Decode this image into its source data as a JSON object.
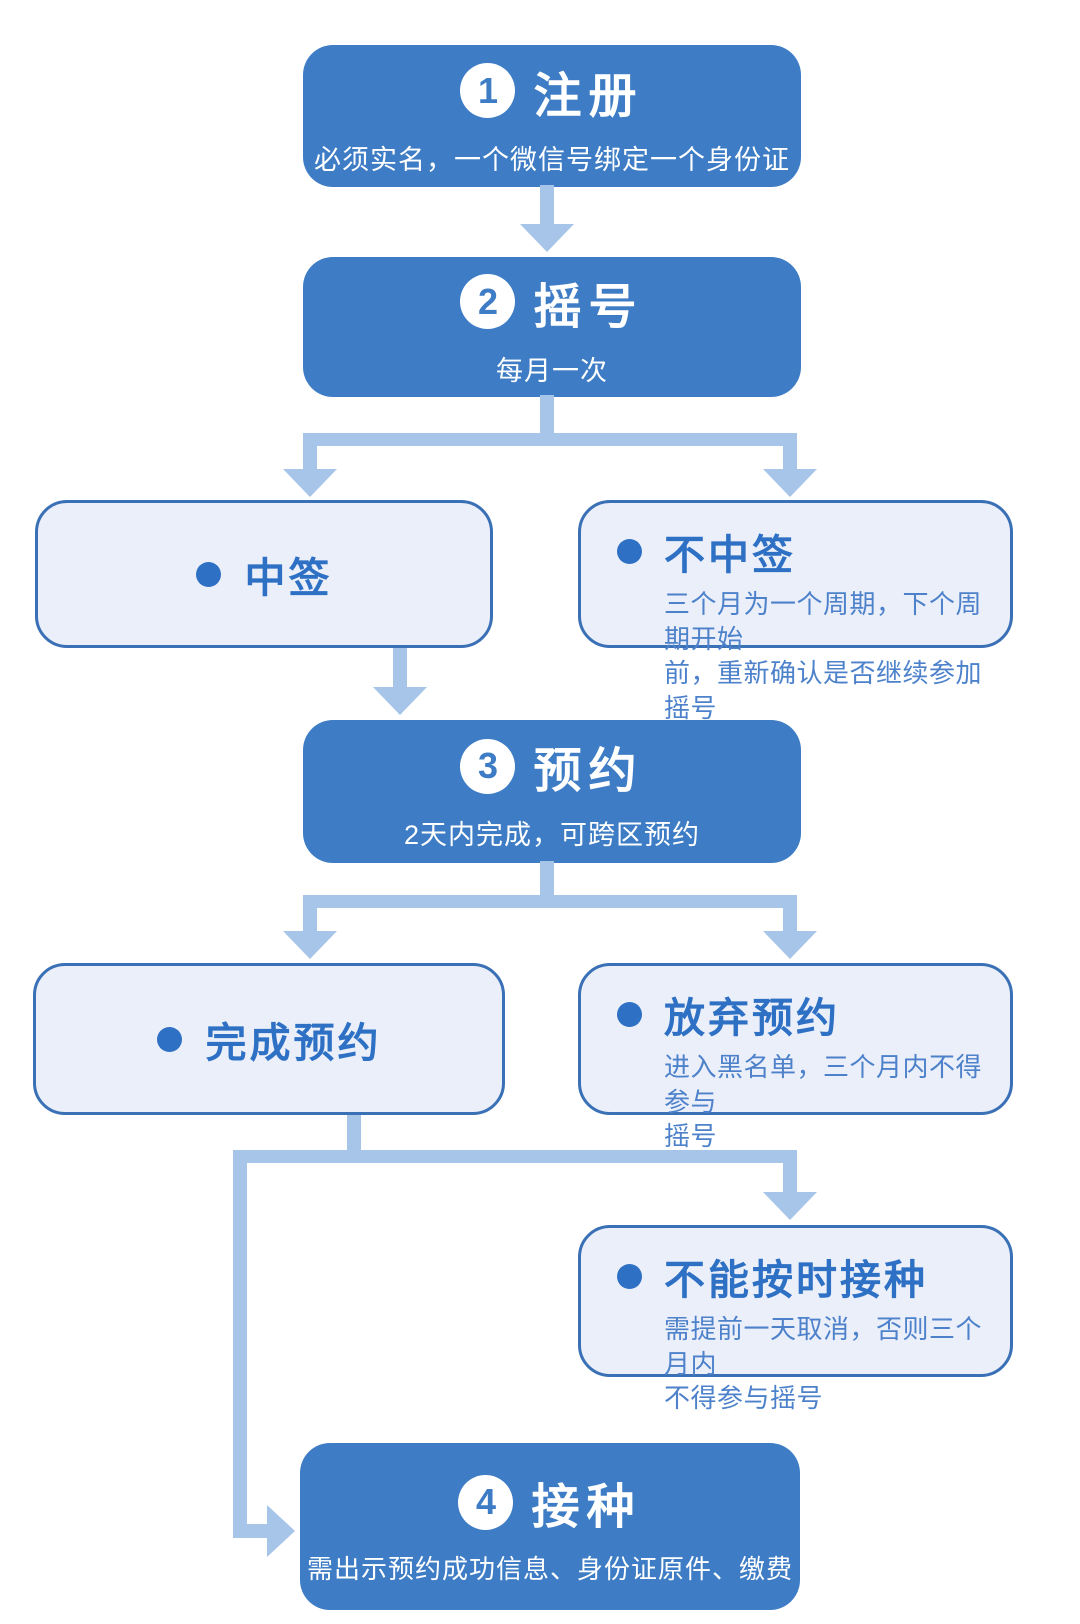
{
  "colors": {
    "step_fill": "#3e7dc5",
    "step_text": "#ffffff",
    "outcome_fill": "#ebeffa",
    "outcome_border": "#3a70b5",
    "outcome_title_text": "#2d70c4",
    "outcome_desc_text": "#4d82cb",
    "connector": "#a6c5e9"
  },
  "steps": [
    {
      "num": "1",
      "title": "注册",
      "subtitle": "必须实名，一个微信号绑定一个身份证"
    },
    {
      "num": "2",
      "title": "摇号",
      "subtitle": "每月一次"
    },
    {
      "num": "3",
      "title": "预约",
      "subtitle": "2天内完成，可跨区预约"
    },
    {
      "num": "4",
      "title": "接种",
      "subtitle": "需出示预约成功信息、身份证原件、缴费"
    }
  ],
  "outcomes": {
    "win": {
      "title": "中签"
    },
    "lose": {
      "title": "不中签",
      "desc": "三个月为一个周期，下个周期开始\n前，重新确认是否继续参加摇号"
    },
    "done": {
      "title": "完成预约"
    },
    "giveup": {
      "title": "放弃预约",
      "desc": "进入黑名单，三个月内不得参与\n摇号"
    },
    "late": {
      "title": "不能按时接种",
      "desc": "需提前一天取消，否则三个月内\n不得参与摇号"
    }
  }
}
